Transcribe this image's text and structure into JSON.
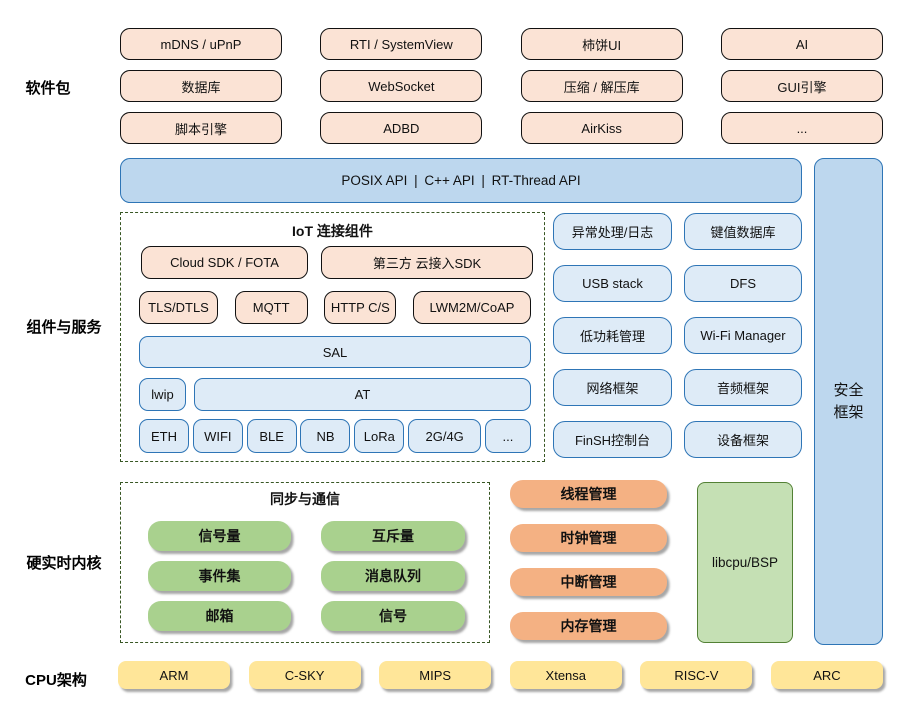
{
  "labels": {
    "software": "软件包",
    "components": "组件与服务",
    "kernel": "硬实时内核",
    "cpu": "CPU架构"
  },
  "software_packages": {
    "items": [
      "mDNS / uPnP",
      "RTI / SystemView",
      "柿饼UI",
      "AI",
      "数据库",
      "WebSocket",
      "压缩 / 解压库",
      "GUI引擎",
      "脚本引擎",
      "ADBD",
      "AirKiss",
      "..."
    ]
  },
  "api_bar": {
    "label": "POSIX API | C++ API | RT-Thread API"
  },
  "iot": {
    "title": "IoT 连接组件",
    "sdk_row": [
      "Cloud SDK / FOTA",
      "第三方 云接入SDK"
    ],
    "protocol_row": [
      "TLS/DTLS",
      "MQTT",
      "HTTP C/S",
      "LWM2M/CoAP"
    ],
    "sal": "SAL",
    "transport_row": [
      "lwip",
      "AT"
    ],
    "link_row": [
      "ETH",
      "WIFI",
      "BLE",
      "NB",
      "LoRa",
      "2G/4G",
      "..."
    ]
  },
  "services": {
    "items": [
      "异常处理/日志",
      "键值数据库",
      "USB stack",
      "DFS",
      "低功耗管理",
      "Wi-Fi Manager",
      "网络框架",
      "音频框架",
      "FinSH控制台",
      "设备框架"
    ]
  },
  "security": {
    "label": "安全框架"
  },
  "sync": {
    "title": "同步与通信",
    "items": [
      "信号量",
      "互斥量",
      "事件集",
      "消息队列",
      "邮箱",
      "信号"
    ]
  },
  "managers": {
    "items": [
      "线程管理",
      "时钟管理",
      "中断管理",
      "内存管理"
    ]
  },
  "libcpu": {
    "label": "libcpu/BSP"
  },
  "cpu": {
    "items": [
      "ARM",
      "C-SKY",
      "MIPS",
      "Xtensa",
      "RISC-V",
      "ARC"
    ]
  },
  "colors": {
    "peach_fill": "#FBE3D5",
    "blue_bar_fill": "#BDD7EE",
    "light_blue_fill": "#DEEBF7",
    "blue_border": "#2E75B6",
    "green_pill": "#A9D18E",
    "libcpu_fill": "#C5E0B4",
    "libcpu_border": "#538135",
    "orange_pill": "#F4B183",
    "yellow_fill": "#FFE699",
    "dash_border": "#375623"
  }
}
